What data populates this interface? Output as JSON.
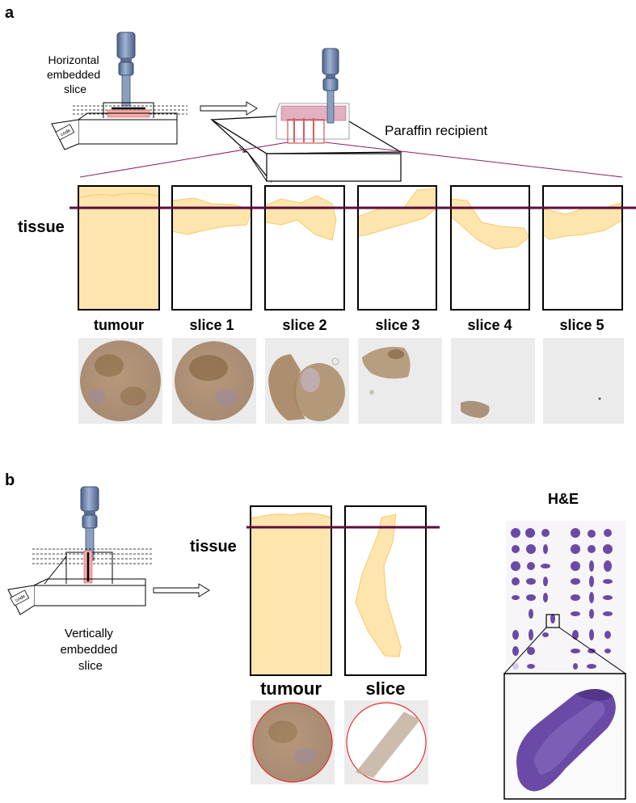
{
  "panel_a": {
    "label": "a",
    "apparatus_caption": [
      "Horizontal",
      "embedded",
      "slice"
    ],
    "block_tag": "code",
    "recipient_label": "Paraffin recipient",
    "tissue_label": "tissue",
    "section_labels": [
      "tumour",
      "slice 1",
      "slice 2",
      "slice 3",
      "slice 4",
      "slice 5"
    ],
    "section_fill_fractions": [
      1.0,
      0.35,
      0.3,
      0.4,
      0.55,
      0.3
    ]
  },
  "panel_b": {
    "label": "b",
    "apparatus_caption": [
      "Vertically",
      "embedded",
      "slice"
    ],
    "block_tag": "code",
    "tissue_label": "tissue",
    "section_labels": [
      "tumour",
      "slice"
    ],
    "stain_label": "H&E"
  },
  "colors": {
    "tissue_fill": "#fde5ad",
    "tissue_stroke": "#f7c96a",
    "cut_line": "#5e0c3c",
    "rod": "#7f95b4",
    "highlight": "#f09090",
    "ihc_brown": "#9b7a55",
    "he_purple": "#6a4aa6"
  }
}
